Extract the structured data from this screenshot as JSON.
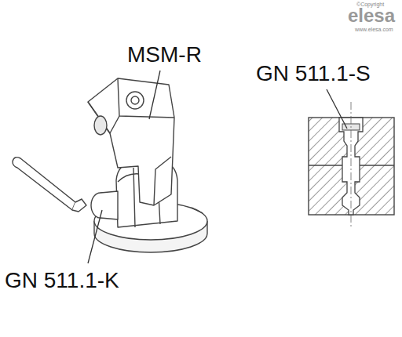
{
  "diagram": {
    "labels": [
      "©Copyright",
      "elesa",
      "www.elesa.com",
      "MSM-R",
      "GN 511.1-S",
      "GN 511.1-K"
    ]
  }
}
